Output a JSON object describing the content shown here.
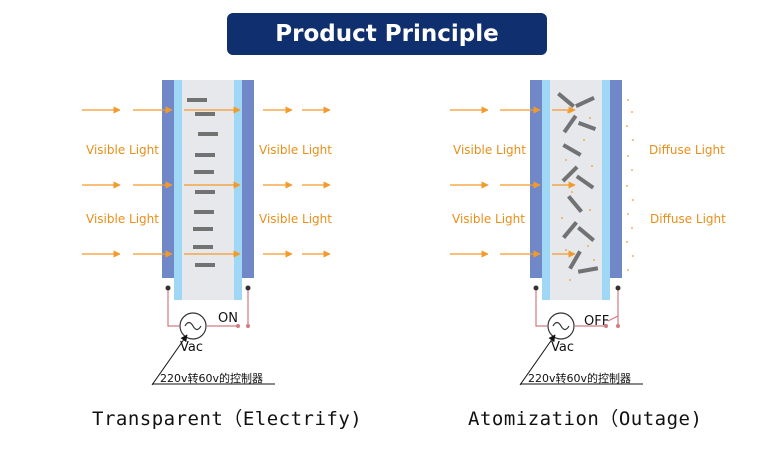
{
  "title": "Product Principle",
  "panels": [
    {
      "caption": "Transparent（Electrify)",
      "left_labels": [
        "Visible Light",
        "Visible Light"
      ],
      "right_labels": [
        "Visible Light",
        "Visible Light"
      ],
      "switch_label": "ON",
      "vac_label": "Vac",
      "controller_label": "220v转60v的控制器"
    },
    {
      "caption": "Atomization（Outage)",
      "left_labels": [
        "Visible Light",
        "Visible Light"
      ],
      "right_labels": [
        "Diffuse Light",
        "Diffuse Light"
      ],
      "switch_label": "OFF",
      "vac_label": "Vac",
      "controller_label": "220v转60v的控制器"
    }
  ],
  "colors": {
    "banner": "#0f2f6e",
    "arrow": "#f39a2c",
    "label": "#e98f19",
    "outer_glass": "#7088c8",
    "electrode": "#9fd8f5",
    "liquid_crystal": "#e6e8ec",
    "molecule": "#727272",
    "wire": "#d27a80"
  }
}
